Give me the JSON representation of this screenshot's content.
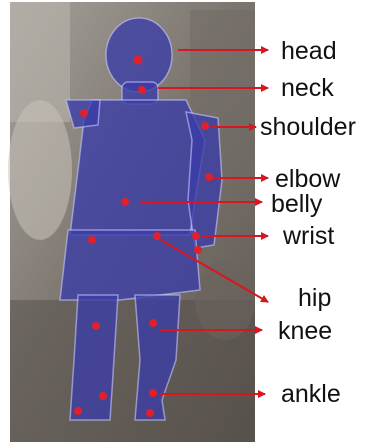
{
  "colors": {
    "photo_background": "#8c8782",
    "body_overlay": "#3b3ca8",
    "keypoint": "#e0202a",
    "arrow": "#d8161e",
    "label_text": "#111111"
  },
  "labels": {
    "head": "head",
    "neck": "neck",
    "shoulder": "shoulder",
    "elbow": "elbow",
    "belly": "belly",
    "wrist": "wrist",
    "hip": "hip",
    "knee": "knee",
    "ankle": "ankle"
  }
}
